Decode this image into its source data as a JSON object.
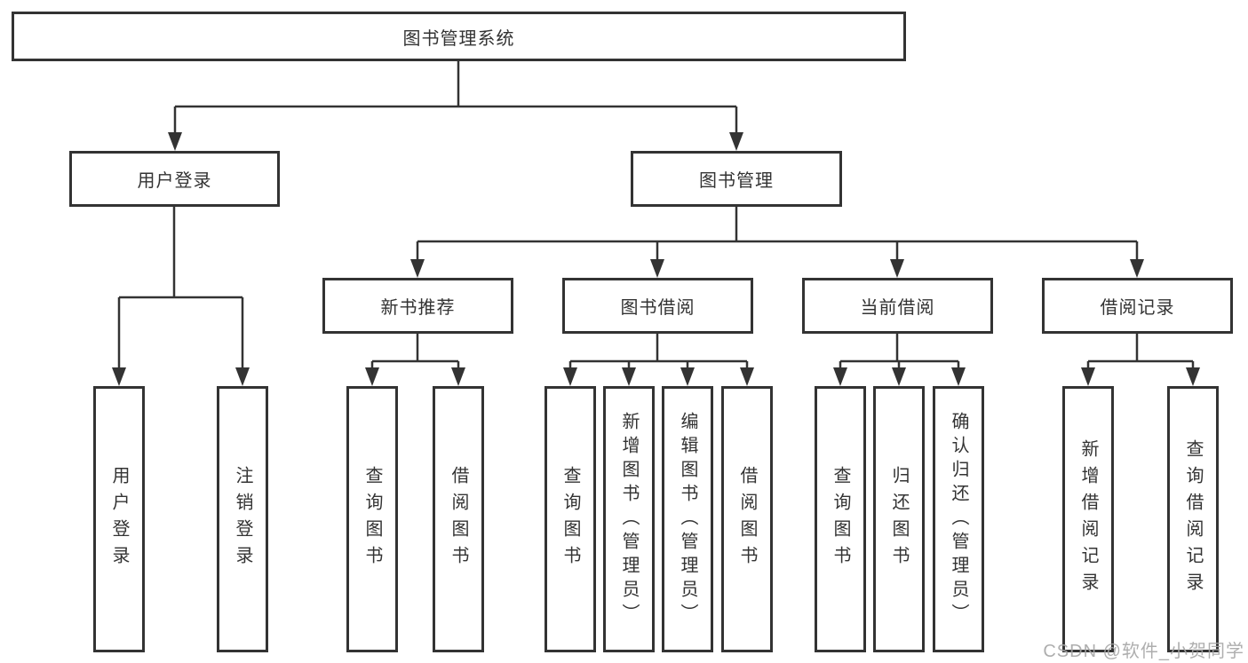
{
  "tree": {
    "root": {
      "label": "图书管理系统"
    },
    "branches": [
      {
        "label": "用户登录",
        "children": [
          {
            "label": "用户登录"
          },
          {
            "label": "注销登录"
          }
        ]
      },
      {
        "label": "图书管理",
        "children": [
          {
            "label": "新书推荐",
            "children": [
              {
                "label": "查询图书"
              },
              {
                "label": "借阅图书"
              }
            ]
          },
          {
            "label": "图书借阅",
            "children": [
              {
                "label": "查询图书"
              },
              {
                "label": "新增图书（管理员）"
              },
              {
                "label": "编辑图书（管理员）"
              },
              {
                "label": "借阅图书"
              }
            ]
          },
          {
            "label": "当前借阅",
            "children": [
              {
                "label": "查询图书"
              },
              {
                "label": "归还图书"
              },
              {
                "label": "确认归还（管理员）"
              }
            ]
          },
          {
            "label": "借阅记录",
            "children": [
              {
                "label": "新增借阅记录"
              },
              {
                "label": "查询借阅记录"
              }
            ]
          }
        ]
      }
    ]
  },
  "watermark": {
    "text": "CSDN @软件_小贺同学"
  },
  "colors": {
    "line": "#333333",
    "box_border": "#333333",
    "text": "#333333",
    "watermark": "#a5a5a5",
    "background": "#ffffff"
  }
}
